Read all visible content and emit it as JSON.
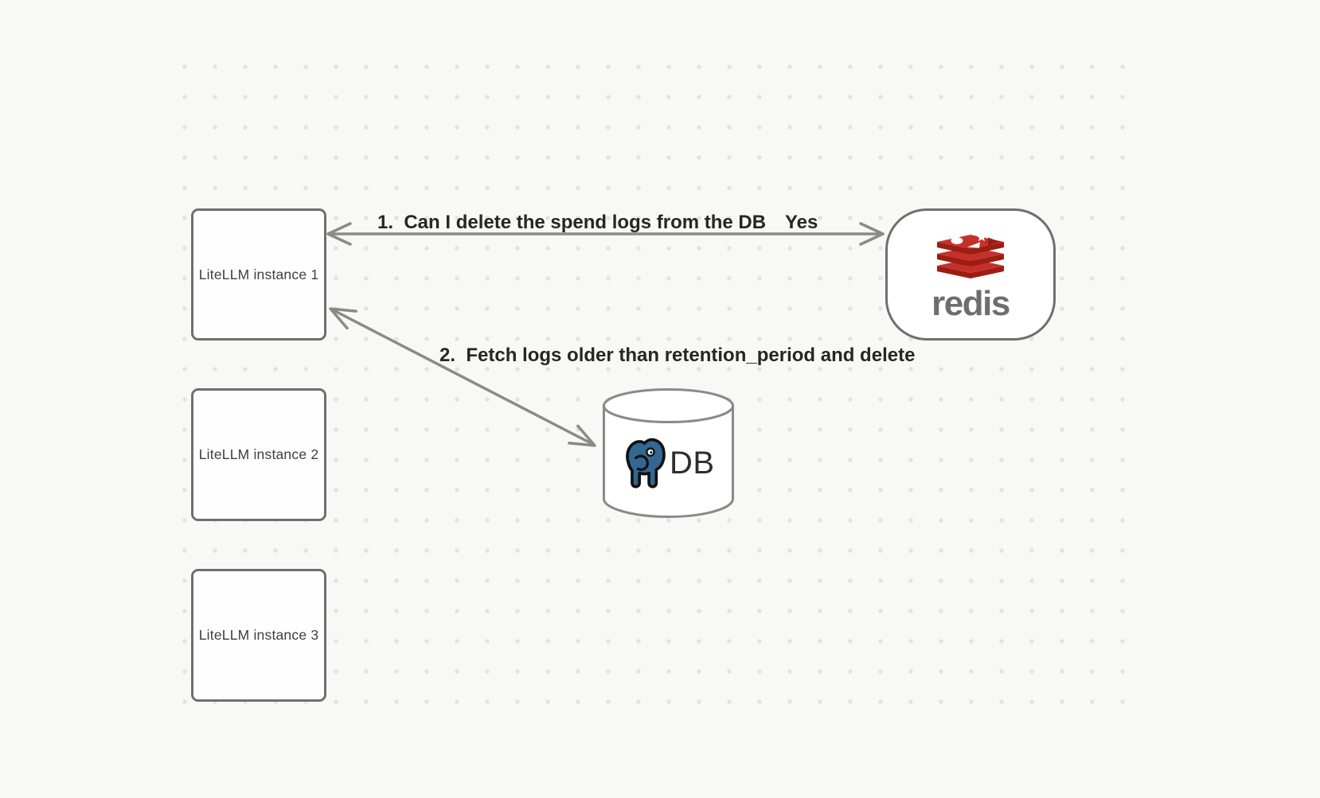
{
  "canvas": {
    "background_color": "#f8f8f6",
    "dot_color": "#e3e3e3"
  },
  "nodes": {
    "instances": [
      {
        "label": "LiteLLM instance 1"
      },
      {
        "label": "LiteLLM instance 2"
      },
      {
        "label": "LiteLLM instance 3"
      }
    ],
    "redis": {
      "wordmark": "redis"
    },
    "db": {
      "label": "DB"
    }
  },
  "edges": {
    "edge1": {
      "label": "1.  Can I delete the spend logs from the DB",
      "response": "Yes",
      "endpoints": [
        "LiteLLM instance 1",
        "redis"
      ],
      "direction": "bidirectional"
    },
    "edge2": {
      "label": "2.  Fetch logs older than retention_period and delete",
      "endpoints": [
        "LiteLLM instance 1",
        "DB"
      ],
      "direction": "bidirectional"
    }
  },
  "colors": {
    "shape_border": "#6f6f6f",
    "arrow": "#8a8a8a",
    "edge_label_text": "#262626",
    "node_text": "#3f3f3f",
    "redis_red": "#c6302b",
    "redis_dark_red": "#9c1e13",
    "redis_wordmark_gray": "#6e6e6e",
    "postgres_blue": "#336791"
  }
}
